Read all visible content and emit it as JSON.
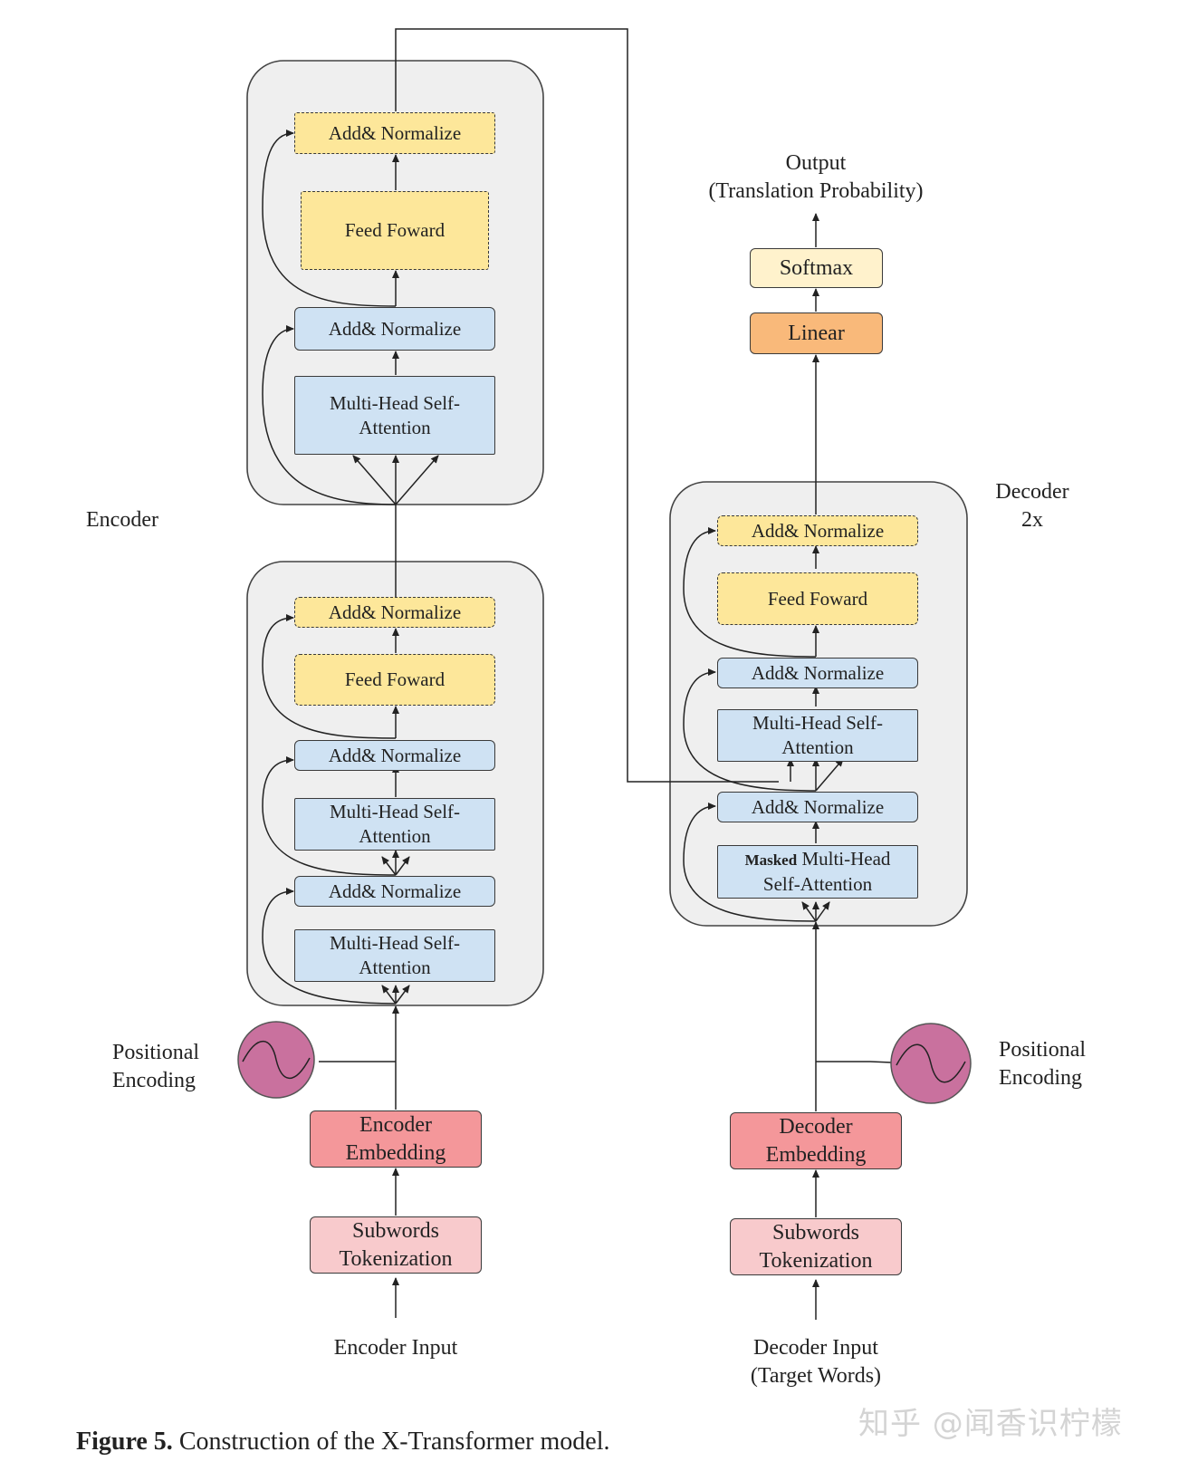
{
  "blocks": {
    "add_normalize": "Add& Normalize",
    "feed_forward": "Feed Foward",
    "mhsa_line1": "Multi-Head Self-",
    "mhsa_line2": "Attention",
    "masked_word": "Masked",
    "masked_rest": " Multi-Head",
    "masked_line2": "Self-Attention",
    "softmax": "Softmax",
    "linear": "Linear",
    "encoder_embedding_line1": "Encoder",
    "encoder_embedding_line2": "Embedding",
    "decoder_embedding_line1": "Decoder",
    "decoder_embedding_line2": "Embedding",
    "subwords_line1": "Subwords",
    "subwords_line2": "Tokenization"
  },
  "labels": {
    "output_line1": "Output",
    "output_line2": "(Translation Probability)",
    "encoder": "Encoder",
    "decoder_line1": "Decoder",
    "decoder_line2": "2x",
    "positional_line1": "Positional",
    "positional_line2": "Encoding",
    "encoder_input": "Encoder Input",
    "decoder_input_line1": "Decoder Input",
    "decoder_input_line2": "(Target Words)"
  },
  "caption": {
    "figure_label": "Figure 5.",
    "text": " Construction of the X-Transformer model."
  },
  "watermark": "知乎 @闻香识柠檬",
  "colors": {
    "attention_block": "#cfe2f3",
    "feed_forward_block": "#fde79a",
    "softmax_block": "#fff2cc",
    "linear_block": "#f9b97a",
    "embedding_block": "#f4979a",
    "tokenization_block": "#f8cacc",
    "positional_encoding_circle": "#c9719e",
    "container": "#efefef"
  }
}
